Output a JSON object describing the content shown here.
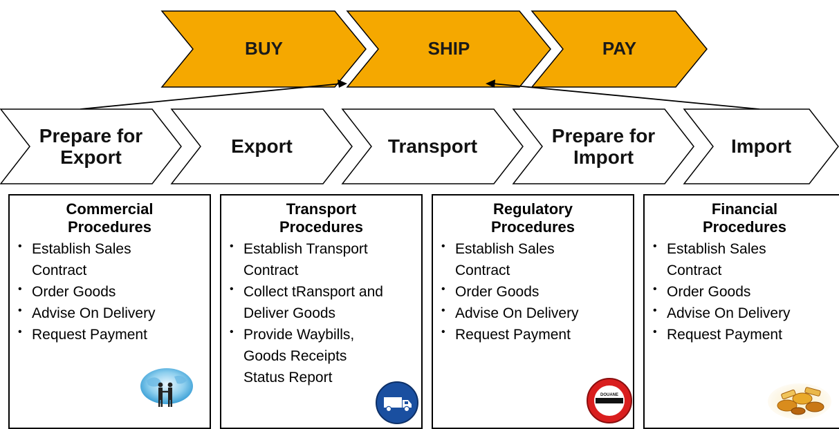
{
  "top_stages": [
    {
      "label": "BUY"
    },
    {
      "label": "SHIP"
    },
    {
      "label": "PAY"
    }
  ],
  "process_steps": [
    {
      "label": "Prepare for\nExport"
    },
    {
      "label": "Export"
    },
    {
      "label": "Transport"
    },
    {
      "label": "Prepare for\nImport"
    },
    {
      "label": "Import"
    }
  ],
  "panels": [
    {
      "title": "Commercial\nProcedures",
      "items": [
        "Establish Sales Contract",
        "Order Goods",
        "Advise On Delivery",
        "Request Payment"
      ],
      "icon": "globe-handshake-icon"
    },
    {
      "title": "Transport\nProcedures",
      "items": [
        "Establish Transport Contract",
        "Collect tRansport and Deliver Goods",
        "Provide Waybills, Goods Receipts Status Report"
      ],
      "icon": "truck-sign-icon"
    },
    {
      "title": "Regulatory\nProcedures",
      "items": [
        "Establish Sales Contract",
        "Order Goods",
        "Advise On Delivery",
        "Request Payment"
      ],
      "icon": "customs-sign-icon",
      "icon_text": "DOUANE"
    },
    {
      "title": "Financial\nProcedures",
      "items": [
        "Establish Sales Contract",
        "Order Goods",
        "Advise On Delivery",
        "Request Payment"
      ],
      "icon": "coins-icon"
    }
  ],
  "colors": {
    "top_chevron_fill": "#f5a800",
    "outline": "#000000"
  }
}
